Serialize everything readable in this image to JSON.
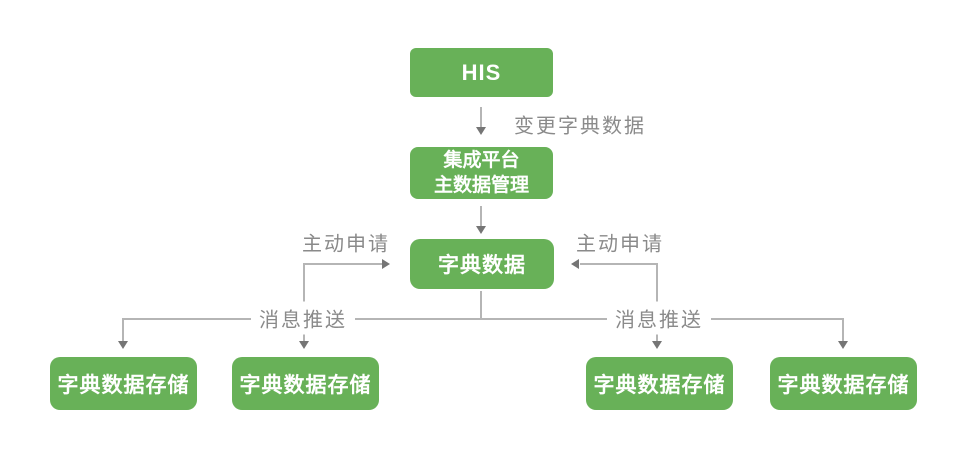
{
  "diagram": {
    "nodes": {
      "his": "HIS",
      "platform_line1": "集成平台",
      "platform_line2": "主数据管理",
      "dict": "字典数据",
      "storage1": "字典数据存储",
      "storage2": "字典数据存储",
      "storage3": "字典数据存储",
      "storage4": "字典数据存储"
    },
    "labels": {
      "change": "变更字典数据",
      "request_left": "主动申请",
      "request_right": "主动申请",
      "push_left": "消息推送",
      "push_right": "消息推送"
    },
    "colors": {
      "node_fill": "#68b158",
      "node_text": "#ffffff",
      "line": "#b5b5b5",
      "arrowhead": "#757575",
      "label_text": "#8a8a8a",
      "background": "#ffffff"
    }
  }
}
